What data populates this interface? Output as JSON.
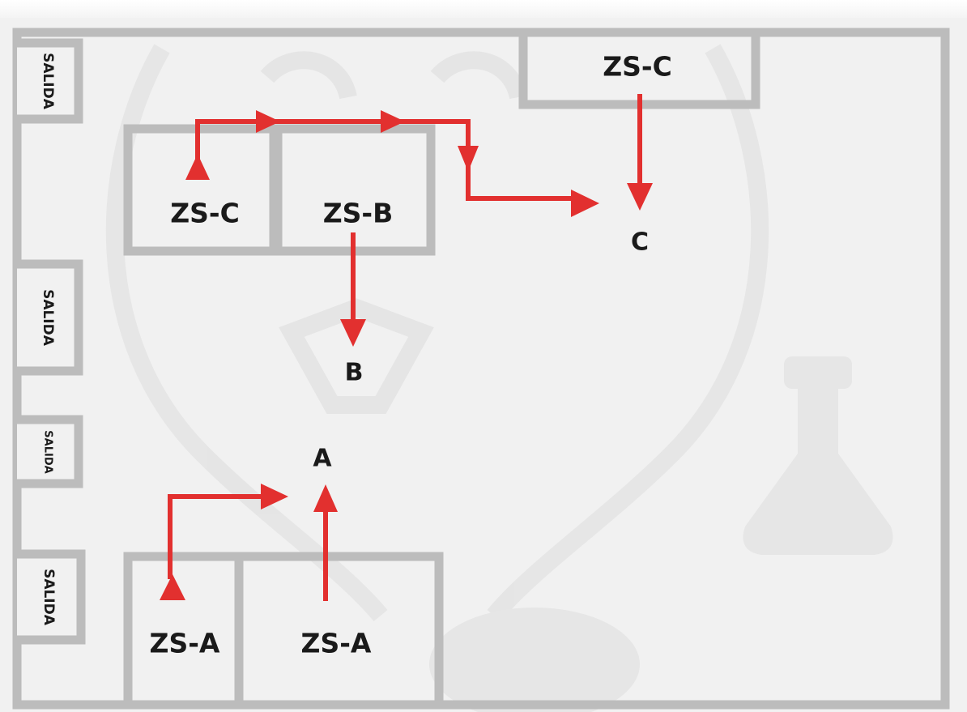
{
  "exits": [
    {
      "label": "SALIDA"
    },
    {
      "label": "SALIDA"
    },
    {
      "label": "SALIDA"
    },
    {
      "label": "SALIDA"
    }
  ],
  "zones": {
    "zs_c_top": "ZS-C",
    "zs_c_left": "ZS-C",
    "zs_b": "ZS-B",
    "zs_a_left": "ZS-A",
    "zs_a_right": "ZS-A"
  },
  "destinations": {
    "a": "A",
    "b": "B",
    "c": "C"
  },
  "colors": {
    "wall": "#bcbcbc",
    "arrow": "#e2302f",
    "background": "#f1f1f1",
    "text": "#1a1a1a"
  }
}
